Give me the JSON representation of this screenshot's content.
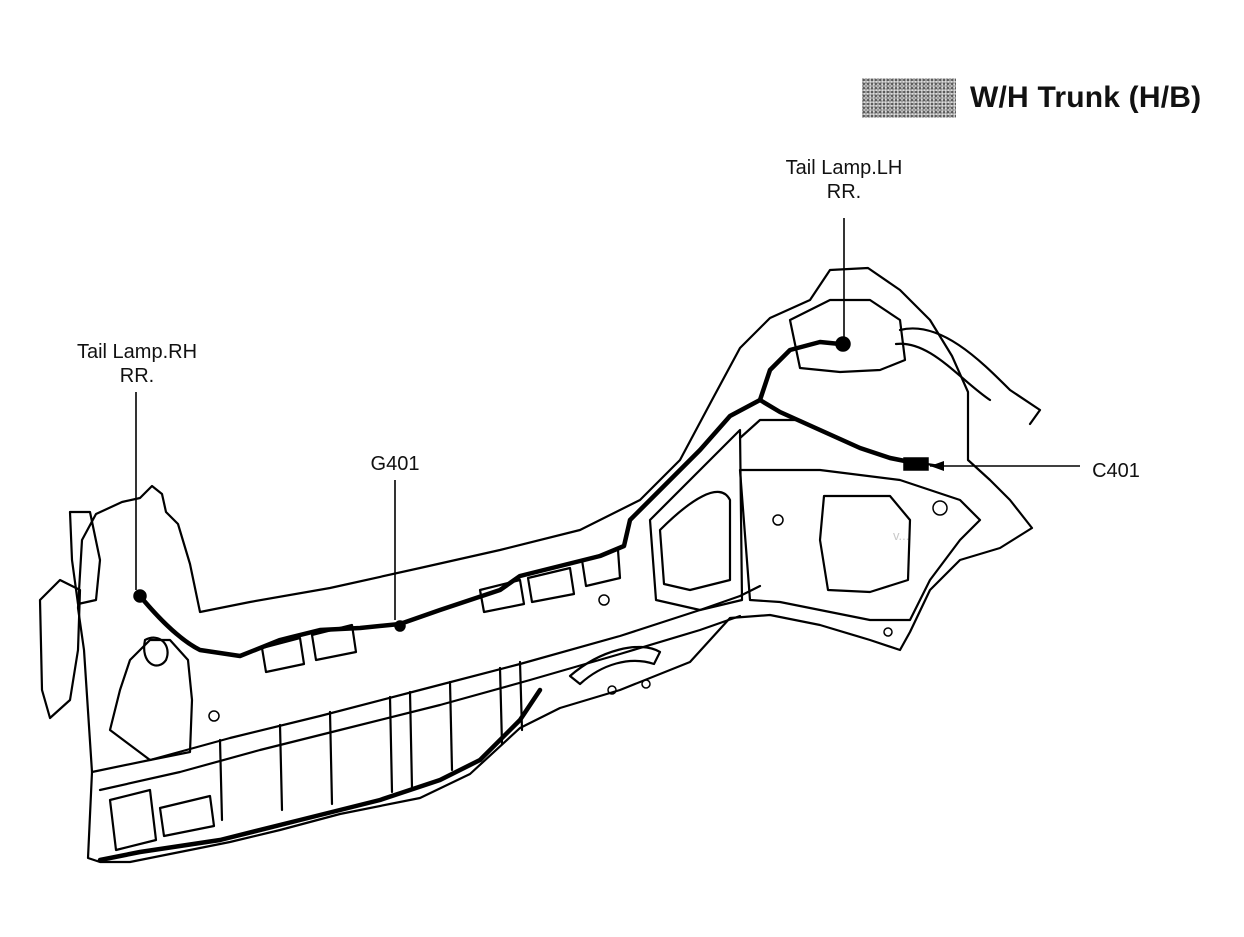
{
  "title": "W/H Trunk (H/B)",
  "legend": {
    "pattern": "shaded-harness-swatch",
    "color": "#9a9a9a"
  },
  "watermark": "v...",
  "labels": {
    "tail_lamp_lh": {
      "line1": "Tail Lamp.LH",
      "line2": "RR."
    },
    "tail_lamp_rh": {
      "line1": "Tail Lamp.RH",
      "line2": "RR."
    },
    "g401": "G401",
    "c401": "C401"
  }
}
